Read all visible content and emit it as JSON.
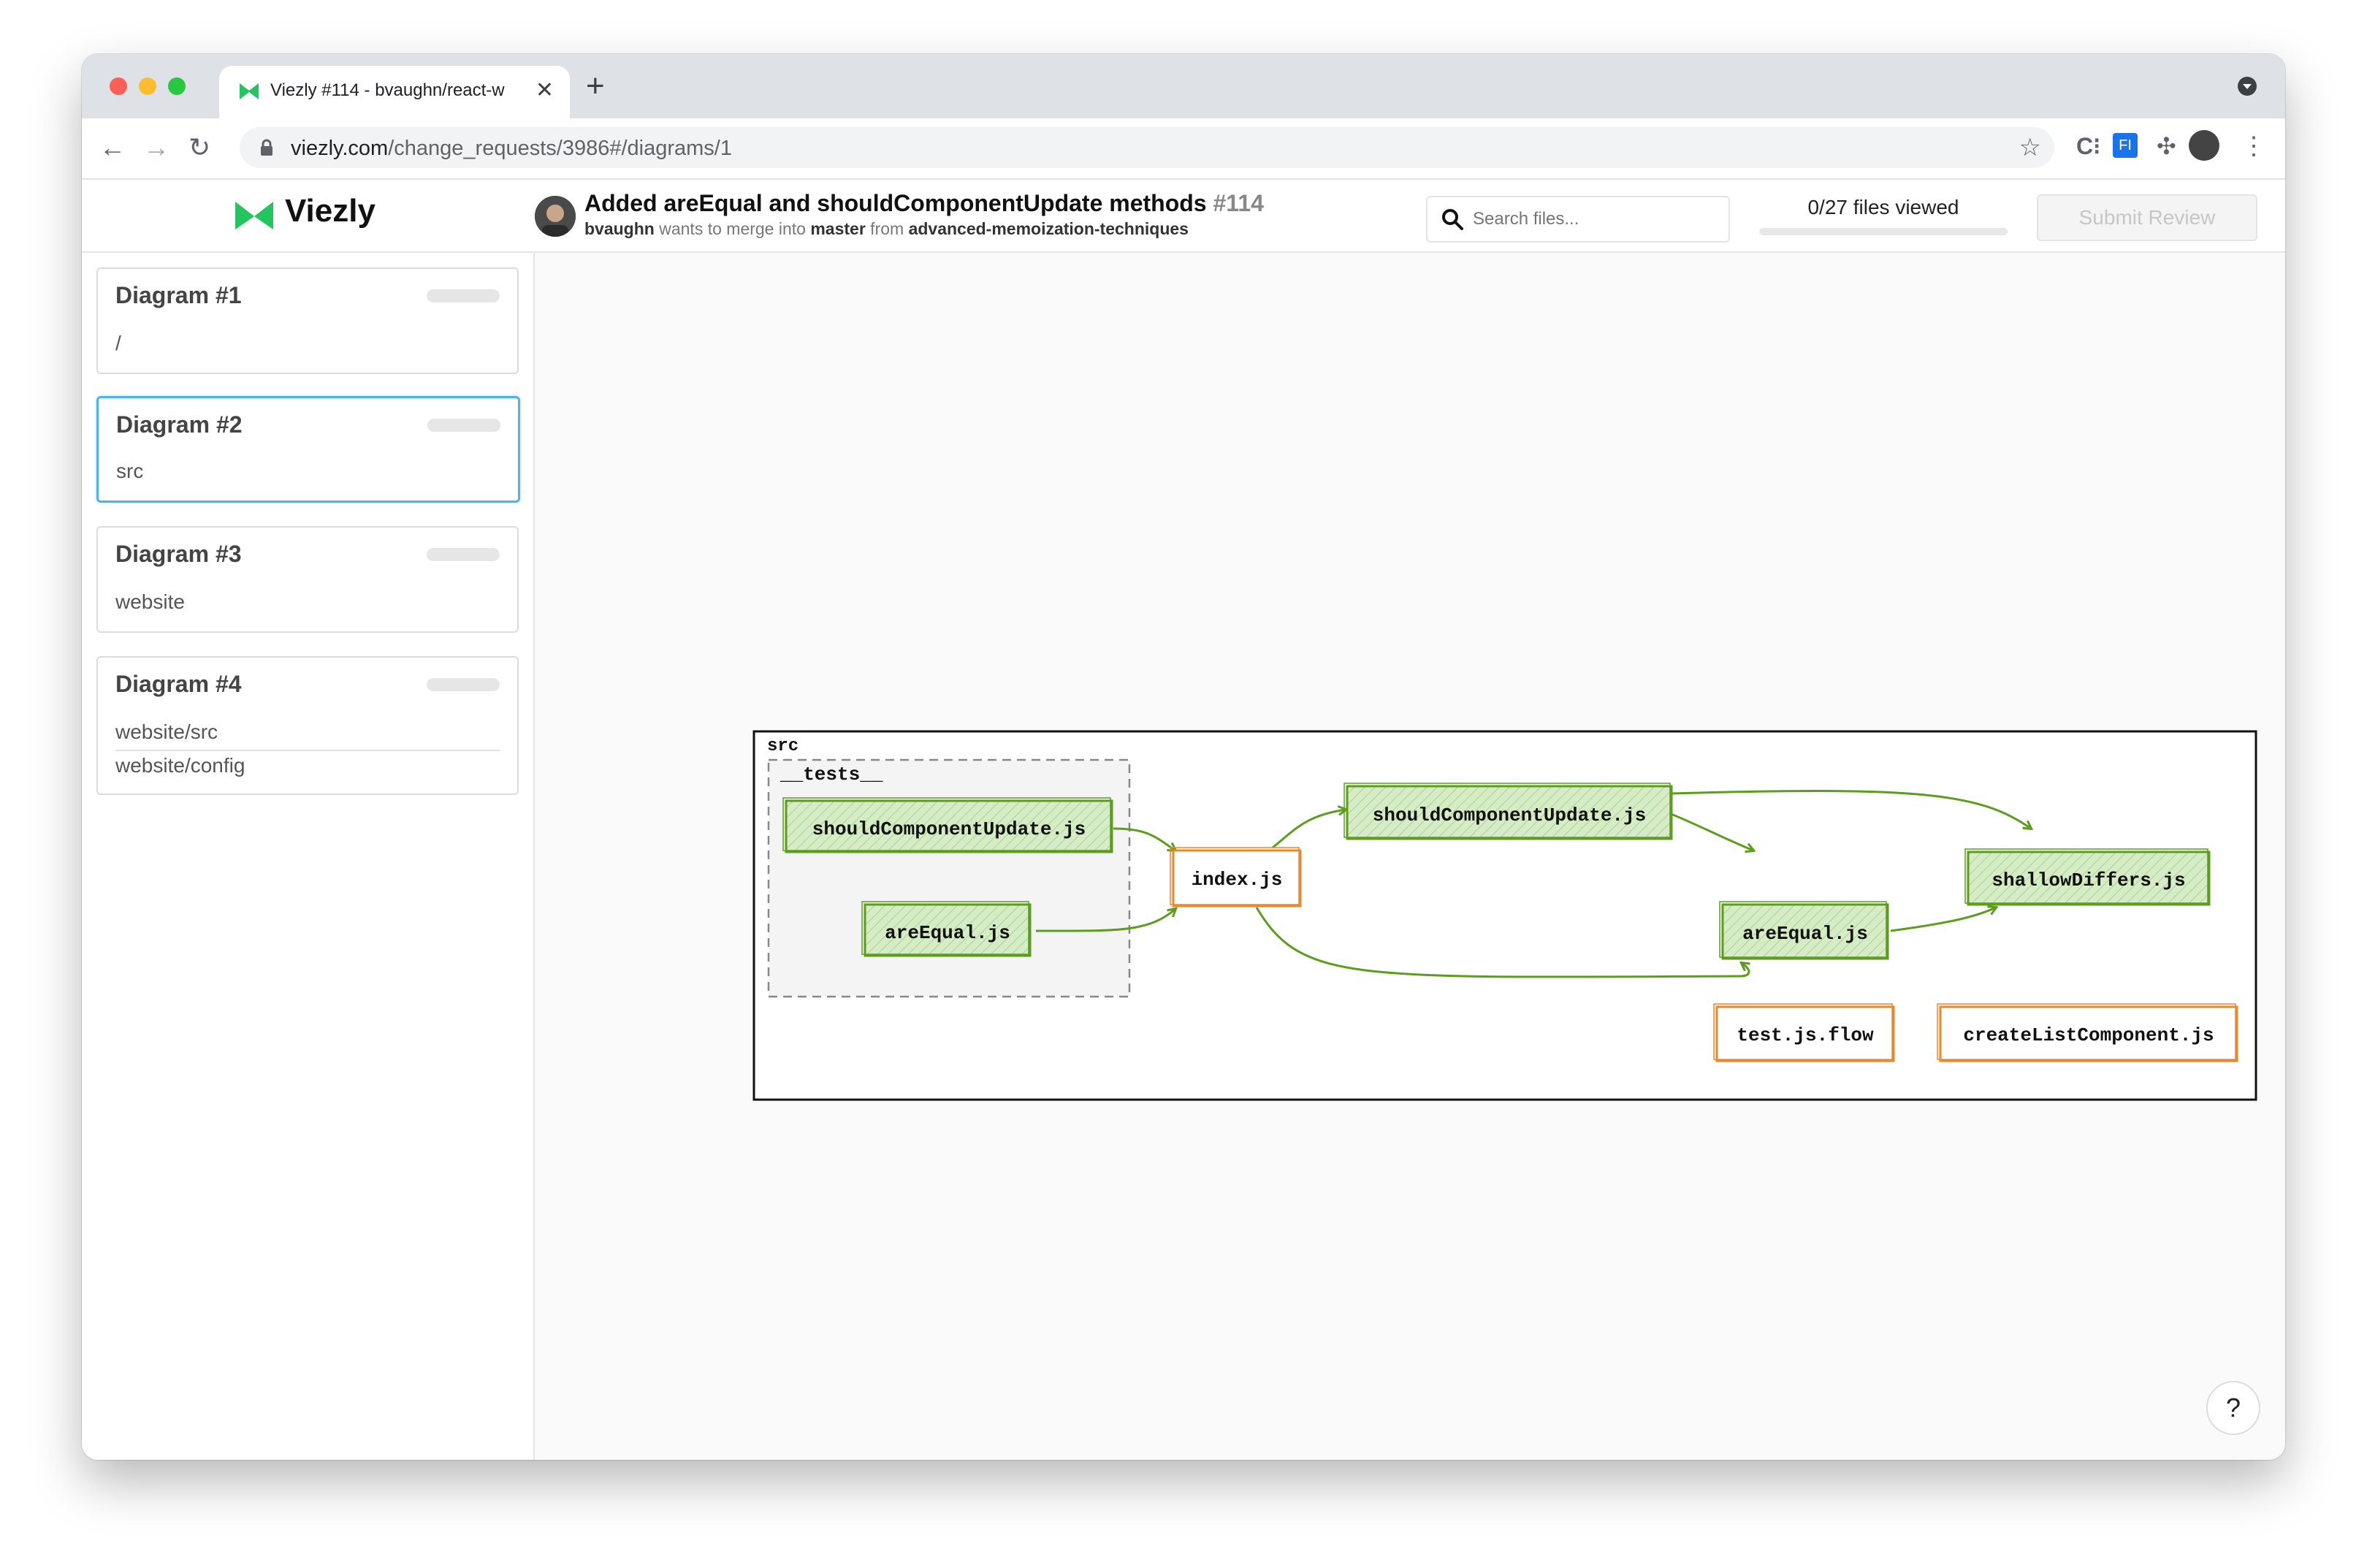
{
  "browser": {
    "tab_title": "Viezly #114 - bvaughn/react-w",
    "new_tab": "+",
    "url_host": "viezly.com",
    "url_path": "/change_requests/3986#/diagrams/1"
  },
  "app": {
    "logo_text": "Viezly",
    "pr": {
      "title": "Added areEqual and shouldComponentUpdate methods",
      "number": "#114",
      "author": "bvaughn",
      "wants_to_merge_into": "wants to merge into",
      "base_branch": "master",
      "from_text": "from",
      "head_branch": "advanced-memoization-techniques"
    },
    "search_placeholder": "Search files...",
    "files_viewed": "0/27 files viewed",
    "files_viewed_fraction": 0,
    "submit_label": "Submit Review"
  },
  "sidebar": {
    "diagrams": [
      {
        "title": "Diagram #1",
        "paths": [
          "/"
        ]
      },
      {
        "title": "Diagram #2",
        "paths": [
          "src"
        ],
        "selected": true
      },
      {
        "title": "Diagram #3",
        "paths": [
          "website"
        ]
      },
      {
        "title": "Diagram #4",
        "paths": [
          "website/src",
          "website/config"
        ]
      }
    ]
  },
  "diagram": {
    "container_label": "src",
    "group_label": "__tests__",
    "nodes": {
      "tests_should": "shouldComponentUpdate.js",
      "tests_areequal": "areEqual.js",
      "index": "index.js",
      "should": "shouldComponentUpdate.js",
      "areequal": "areEqual.js",
      "shallow": "shallowDiffers.js",
      "testflow": "test.js.flow",
      "createlist": "createListComponent.js"
    },
    "colors": {
      "changed_fill": "#d6ecc6",
      "changed_stroke": "#5d9d1e",
      "added_stroke": "#e8892e",
      "edge": "#5d9d1e"
    }
  },
  "help_label": "?"
}
